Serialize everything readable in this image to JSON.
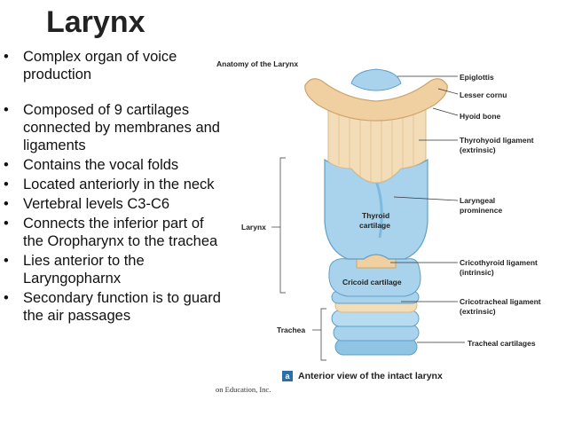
{
  "title": "Larynx",
  "bullets": [
    "Complex organ of voice production",
    "Composed of 9 cartilages connected by membranes and ligaments",
    "Contains the vocal folds",
    "Located anteriorly in the neck",
    "Vertebral levels C3-C6",
    "Connects the inferior part of the Oropharynx to the trachea",
    "Lies anterior to the Laryngopharnx",
    "Secondary function is to guard the air passages"
  ],
  "figure": {
    "title": "Anatomy of the Larynx",
    "labels": {
      "epiglottis": "Epiglottis",
      "lesser_cornu": "Lesser cornu",
      "hyoid_bone": "Hyoid bone",
      "thyrohyoid_ligament": "Thyrohyoid ligament",
      "thyrohyoid_note": "(extrinsic)",
      "laryngeal_prominence_1": "Laryngeal",
      "laryngeal_prominence_2": "prominence",
      "thyroid_cartilage_1": "Thyroid",
      "thyroid_cartilage_2": "cartilage",
      "larynx": "Larynx",
      "cricothyroid_ligament": "Cricothyroid ligament",
      "cricothyroid_note": "(intrinsic)",
      "cricoid_cartilage": "Cricoid cartilage",
      "cricotracheal_ligament": "Cricotracheal ligament",
      "cricotracheal_note": "(extrinsic)",
      "trachea": "Trachea",
      "tracheal_cartilages": "Tracheal cartilages"
    },
    "caption_icon": "a",
    "caption": "Anterior view of the intact larynx",
    "credit": "on Education, Inc."
  },
  "colors": {
    "cartilage_blue": "#a9d3ec",
    "cartilage_blue_dark": "#6fb0d8",
    "hyoid_tan": "#f0cfa0",
    "ligament_tan": "#f3ddb8"
  }
}
